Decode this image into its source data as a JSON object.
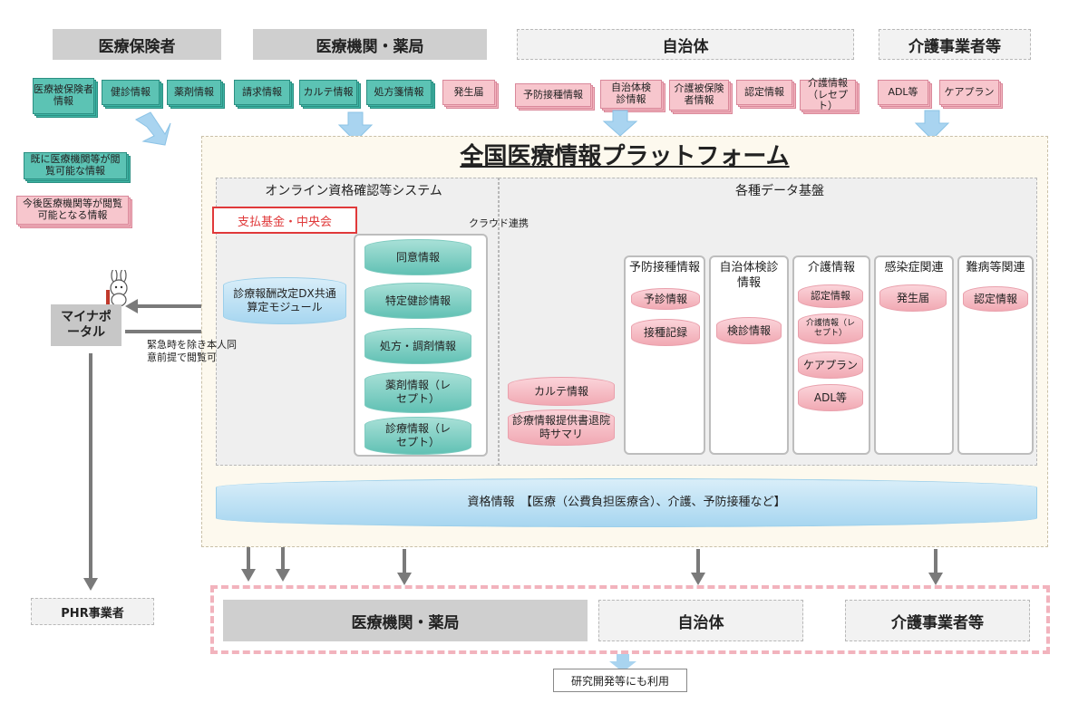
{
  "headers": {
    "insurer": "医療保険者",
    "medical": "医療機関・薬局",
    "municipality": "自治体",
    "care": "介護事業者等"
  },
  "insurer_docs": [
    "医療被保険者情報",
    "健診情報",
    "薬剤情報"
  ],
  "medical_docs": [
    "請求情報",
    "カルテ情報",
    "処方箋情報",
    "発生届"
  ],
  "municipality_docs": [
    "予防接種情報",
    "自治体検診情報",
    "介護被保険者情報",
    "認定情報",
    "介護情報（レセプト）"
  ],
  "care_docs": [
    "ADL等",
    "ケアプラン"
  ],
  "legend": {
    "existing": "既に医療機関等が閲覧可能な情報",
    "future": "今後医療機関等が閲覧可能となる情報"
  },
  "platform": {
    "title": "全国医療情報プラットフォーム",
    "online_system": "オンライン資格確認等システム",
    "data_base": "各種データ基盤",
    "cloud_link": "クラウド連携",
    "payment_fund": "支払基金・中央会",
    "dx_module": "診療報酬改定DX共通算定モジュール",
    "online_cylinders": [
      "同意情報",
      "特定健診情報",
      "処方・調剤情報",
      "薬剤情報（レセプト）",
      "診療情報（レセプト）"
    ],
    "karte": "カルテ情報",
    "summary": "診療情報提供書退院時サマリ",
    "qualification": "資格情報　【医療（公費負担医療含）、介護、予防接種など】"
  },
  "columns": [
    {
      "title": "予防接種情報",
      "items": [
        "予診情報",
        "接種記録"
      ]
    },
    {
      "title": "自治体検診情報",
      "items": [
        "検診情報"
      ]
    },
    {
      "title": "介護情報",
      "items": [
        "認定情報",
        "介護情報（レセプト）",
        "ケアプラン",
        "ADL等"
      ]
    },
    {
      "title": "感染症関連",
      "items": [
        "発生届"
      ]
    },
    {
      "title": "難病等関連",
      "items": [
        "認定情報"
      ]
    }
  ],
  "mynaportal": "マイナポータル",
  "consent_note": "緊急時を除き本人同意前提で閲覧可",
  "phr": "PHR事業者",
  "bottom": {
    "medical": "医療機関・薬局",
    "municipality": "自治体",
    "care": "介護事業者等"
  },
  "research": "研究開発等にも利用",
  "colors": {
    "teal": "#3fb5a5",
    "pink": "#f3b5bf",
    "arrow_blue": "#a9d4f0",
    "gray_header": "#cfcfcf"
  }
}
